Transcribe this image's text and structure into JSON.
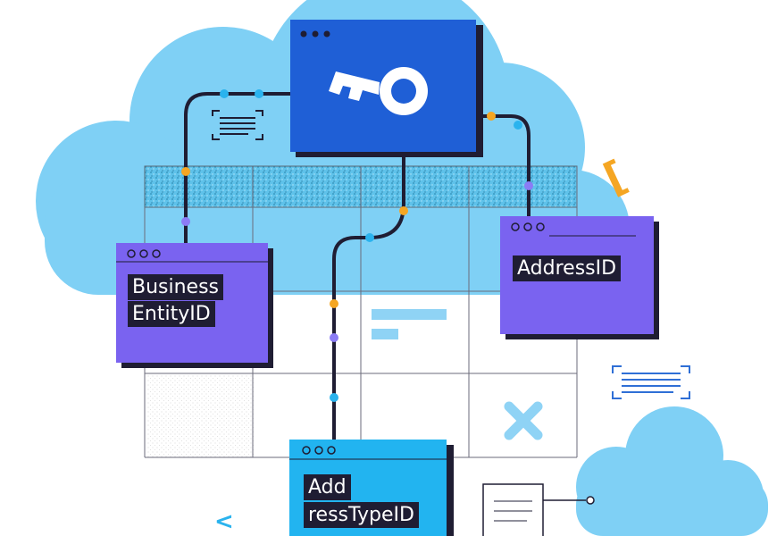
{
  "illustration": {
    "tables": {
      "business_entity": {
        "label_line1": "Business",
        "label_line2": "EntityID"
      },
      "address": {
        "label": "AddressID"
      },
      "address_type": {
        "label_line1": "Add",
        "label_line2": "ressTypeID"
      }
    },
    "decorations": {
      "left_angle_glyph": "<",
      "bracket_glyph": "["
    },
    "colors": {
      "cloud": "#7fd0f5",
      "key_window": "#1f5fd6",
      "purple_window": "#7a63f0",
      "cyan_window": "#22b4f0",
      "dark": "#1f1d33",
      "accent_orange": "#f5a623",
      "dot_cyan": "#2ab3ee",
      "dot_purple": "#8b7cf5"
    },
    "icons": [
      "key-icon",
      "cross-icon",
      "scan-frame-icon",
      "document-icon"
    ]
  }
}
